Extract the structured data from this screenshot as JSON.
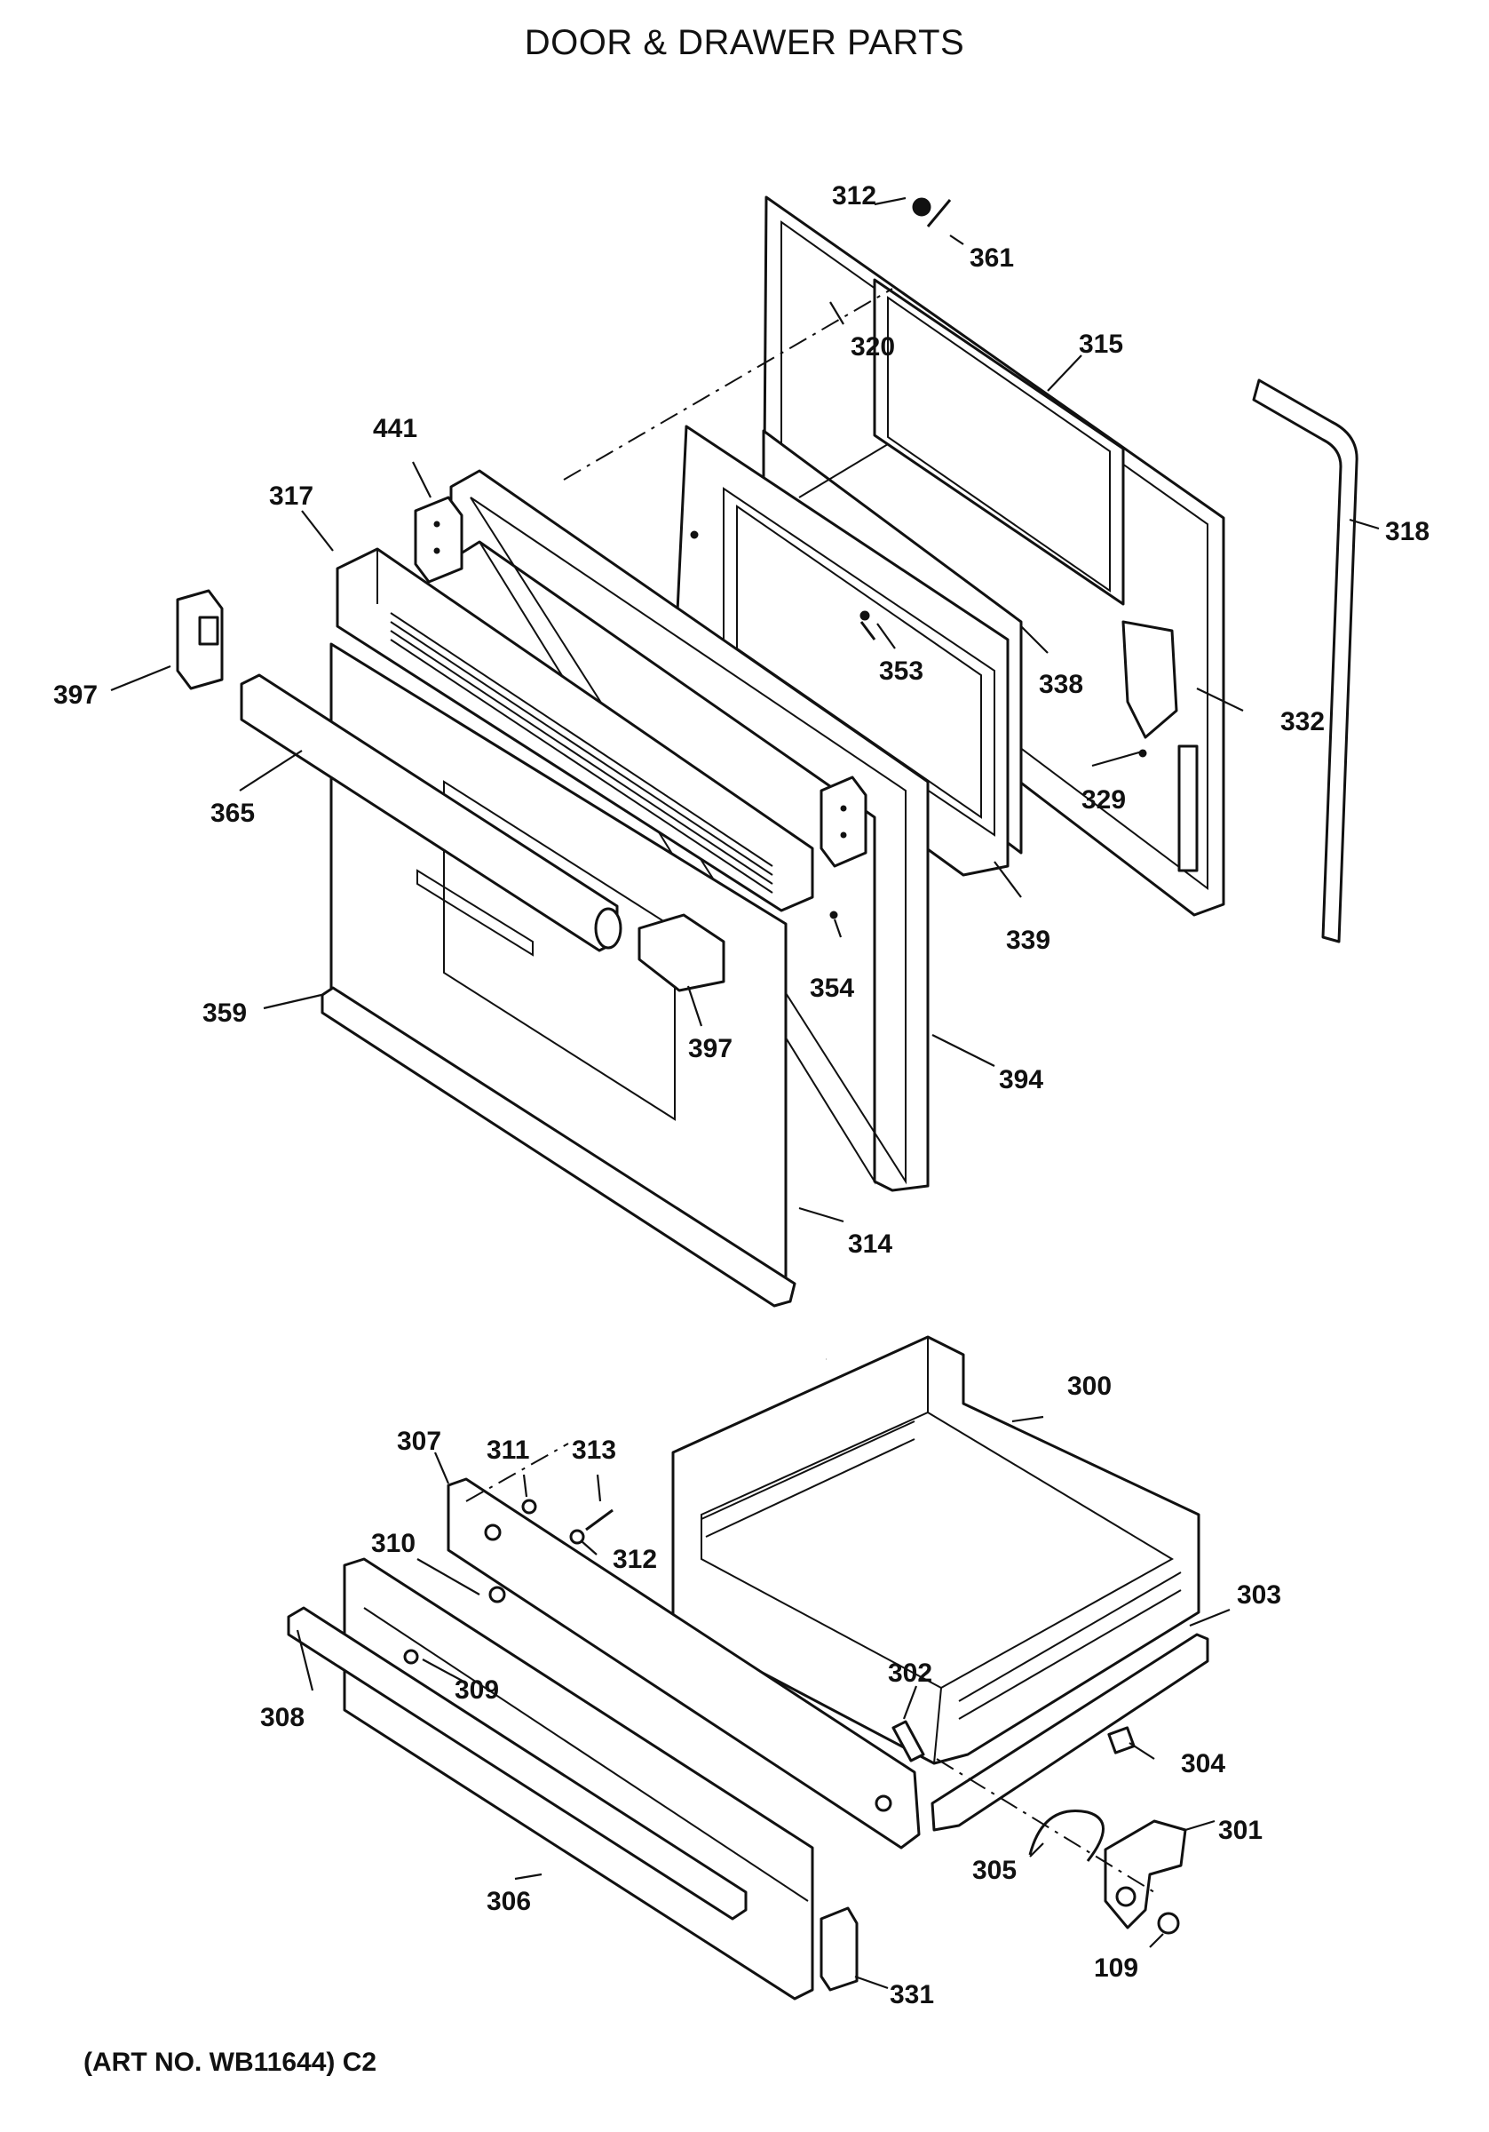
{
  "title": "DOOR & DRAWER PARTS",
  "art_number": "(ART NO. WB11644) C2",
  "callouts": {
    "c312a": "312",
    "c361": "361",
    "c320": "320",
    "c315": "315",
    "c318": "318",
    "c441": "441",
    "c317": "317",
    "c353": "353",
    "c338": "338",
    "c332": "332",
    "c397a": "397",
    "c365": "365",
    "c329": "329",
    "c339": "339",
    "c354": "354",
    "c359": "359",
    "c397b": "397",
    "c394": "394",
    "c314": "314",
    "c300": "300",
    "c307": "307",
    "c311": "311",
    "c313": "313",
    "c312b": "312",
    "c310": "310",
    "c303": "303",
    "c302": "302",
    "c309": "309",
    "c308": "308",
    "c304": "304",
    "c301": "301",
    "c305": "305",
    "c306": "306",
    "c109": "109",
    "c331": "331"
  }
}
